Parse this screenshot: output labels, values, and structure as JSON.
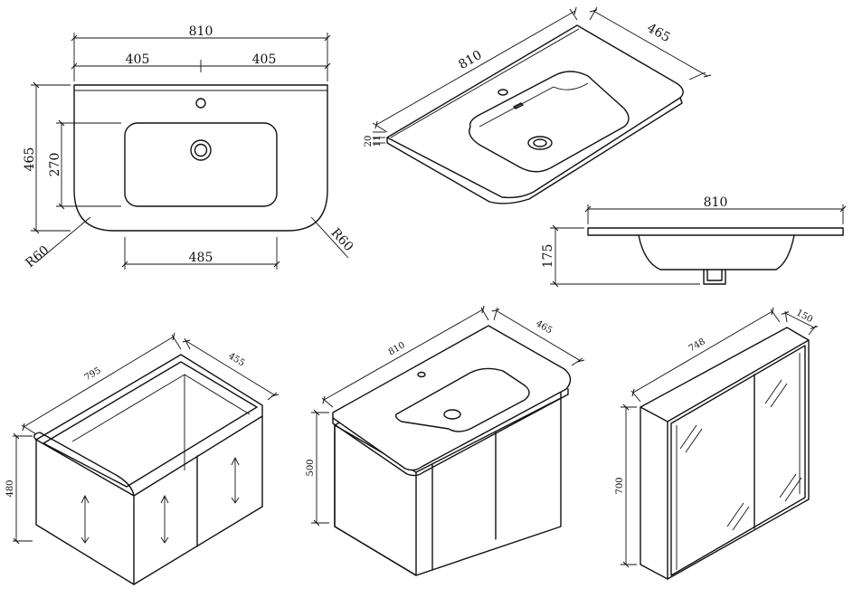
{
  "top_view": {
    "width": "810",
    "half_left": "405",
    "half_right": "405",
    "depth": "465",
    "bowl_depth": "270",
    "bowl_width": "485",
    "radius_left": "R60",
    "radius_right": "R60"
  },
  "iso_basin": {
    "length": "810",
    "depth": "465",
    "thickness_top": "20",
    "thickness_bottom": "11"
  },
  "side_view": {
    "width": "810",
    "height": "175"
  },
  "cabinet": {
    "width": "795",
    "depth": "455",
    "height": "480"
  },
  "assembly": {
    "width": "810",
    "depth": "465",
    "height": "500"
  },
  "mirror_cabinet": {
    "width": "748",
    "depth": "150",
    "height": "700"
  }
}
